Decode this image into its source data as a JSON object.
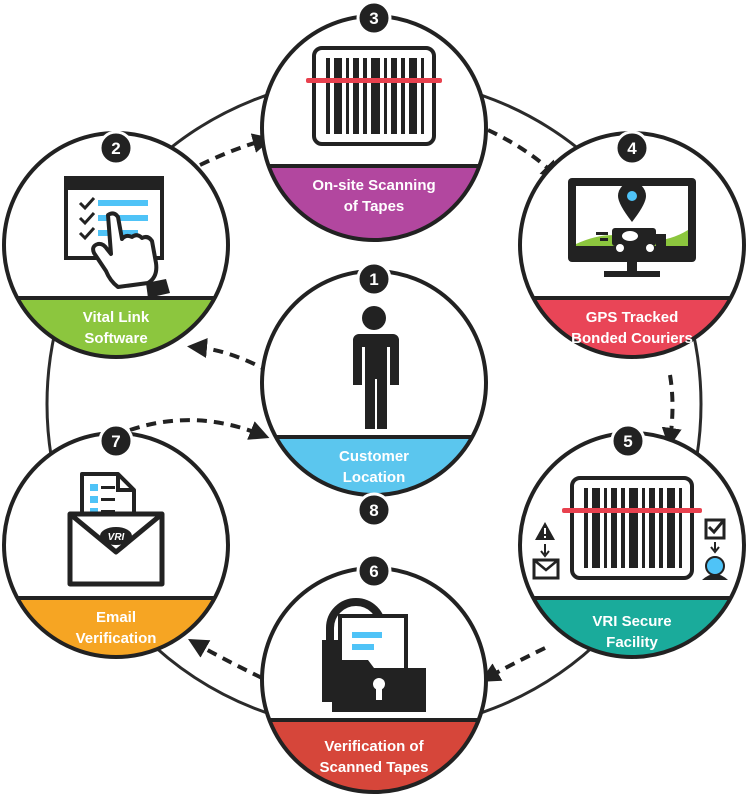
{
  "steps": [
    {
      "number": "1",
      "line1": "Customer",
      "line2": "Location",
      "color": "#5bc6ee"
    },
    {
      "number": "2",
      "line1": "Vital Link",
      "line2": "Software",
      "color": "#8cc63e"
    },
    {
      "number": "3",
      "line1": "On-site Scanning",
      "line2": "of Tapes",
      "color": "#b2479f"
    },
    {
      "number": "4",
      "line1": "GPS Tracked",
      "line2": "Bonded Couriers",
      "color": "#e94557"
    },
    {
      "number": "5",
      "line1": "VRI Secure",
      "line2": "Facility",
      "color": "#1aab9b"
    },
    {
      "number": "6",
      "line1": "Verification of",
      "line2": "Scanned Tapes",
      "color": "#d6463a"
    },
    {
      "number": "7",
      "line1": "Email",
      "line2": "Verification",
      "color": "#f6a523"
    },
    {
      "number": "8"
    }
  ],
  "logo_text": "VRI",
  "colors": {
    "outline": "#222222",
    "ring": "#2b2b2b",
    "accent_red": "#e8414e",
    "accent_blue": "#4fc3f7"
  }
}
